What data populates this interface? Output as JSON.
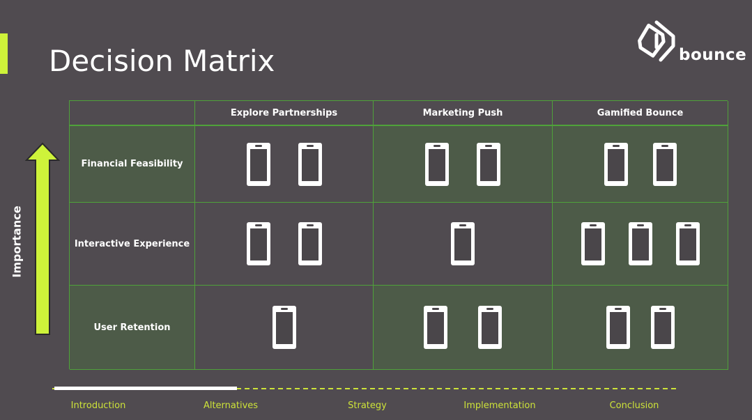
{
  "slide": {
    "title": "Decision Matrix"
  },
  "brand": {
    "name": "bounce",
    "accent": "#cef33a",
    "grid_line": "#4fa23a",
    "shade": "#4d5b48",
    "background": "#504b50"
  },
  "axis": {
    "label": "Importance",
    "icon": "up-arrow-icon"
  },
  "matrix": {
    "columns": [
      "Explore Partnerships",
      "Marketing Push",
      "Gamified Bounce"
    ],
    "rows": [
      {
        "label": "Financial Feasibility",
        "scores": [
          2,
          2,
          2
        ]
      },
      {
        "label": "Interactive Experience",
        "scores": [
          2,
          1,
          3
        ]
      },
      {
        "label": "User Retention",
        "scores": [
          1,
          2,
          2
        ]
      }
    ],
    "score_icon": "phone-icon"
  },
  "nav": {
    "items": [
      "Introduction",
      "Alternatives",
      "Strategy",
      "Implementation",
      "Conclusion"
    ],
    "active_index": 1
  }
}
